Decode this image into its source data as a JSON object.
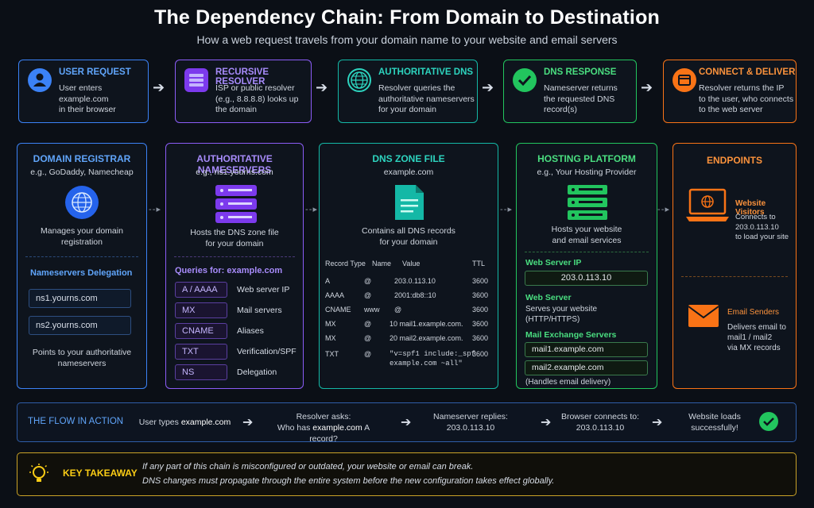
{
  "header": {
    "title": "The Dependency Chain: From Domain to Destination",
    "subtitle": "How a web request travels from your domain name to your website and email servers"
  },
  "steps": [
    {
      "title": "USER REQUEST",
      "desc": [
        "User enters",
        "example.com",
        "in their browser"
      ],
      "color": "#3b82f6",
      "icon": "user-icon"
    },
    {
      "title": "RECURSIVE RESOLVER",
      "desc": [
        "ISP or public resolver",
        "(e.g., 8.8.8.8) looks up",
        "the domain"
      ],
      "color": "#8b5cf6",
      "icon": "server-icon"
    },
    {
      "title": "AUTHORITATIVE DNS",
      "desc": [
        "Resolver queries the",
        "authoritative nameservers",
        "for your domain"
      ],
      "color": "#14b8a6",
      "icon": "globe-icon"
    },
    {
      "title": "DNS RESPONSE",
      "desc": [
        "Nameserver returns",
        "the requested DNS",
        "record(s)"
      ],
      "color": "#22c55e",
      "icon": "checkmark-icon"
    },
    {
      "title": "CONNECT & DELIVER",
      "desc": [
        "Resolver returns the IP",
        "to the user, who connects",
        "to the web server"
      ],
      "color": "#f97316",
      "icon": "browser-window-icon"
    }
  ],
  "registrar": {
    "title": "DOMAIN REGISTRAR",
    "sub": "e.g., GoDaddy, Namecheap",
    "desc": [
      "Manages your domain",
      "registration"
    ],
    "delegation_title": "Nameservers Delegation",
    "ns": [
      "ns1.yourns.com",
      "ns2.yourns.com"
    ],
    "note": [
      "Points to your authoritative",
      "nameservers"
    ],
    "color": "#3b82f6"
  },
  "nameservers": {
    "title": "AUTHORITATIVE NAMESERVERS",
    "sub": "e.g., ns1.yourns.com",
    "desc": [
      "Hosts the DNS zone file",
      "for your domain"
    ],
    "queries_title": "Queries for: example.com",
    "records": [
      {
        "type": "A / AAAA",
        "purpose": "Web server IP"
      },
      {
        "type": "MX",
        "purpose": "Mail servers"
      },
      {
        "type": "CNAME",
        "purpose": "Aliases"
      },
      {
        "type": "TXT",
        "purpose": "Verification/SPF"
      },
      {
        "type": "NS",
        "purpose": "Delegation"
      }
    ],
    "color": "#8b5cf6"
  },
  "zone": {
    "title": "DNS ZONE FILE",
    "sub": "example.com",
    "desc": [
      "Contains all DNS records",
      "for your domain"
    ],
    "headers": [
      "Record Type",
      "Name",
      "Value",
      "TTL"
    ],
    "rows": [
      [
        "A",
        "@",
        "203.0.113.10",
        "3600"
      ],
      [
        "AAAA",
        "@",
        "2001:db8::10",
        "3600"
      ],
      [
        "CNAME",
        "www",
        "@",
        "3600"
      ],
      [
        "MX",
        "@",
        "10 mail1.example.com.",
        "3600"
      ],
      [
        "MX",
        "@",
        "20 mail2.example.com.",
        "3600"
      ]
    ],
    "txt_row": {
      "type": "TXT",
      "name": "@",
      "value": [
        "\"v=spf1 include:_spf",
        "example.com ~all\""
      ],
      "ttl": "3600"
    },
    "color": "#14b8a6"
  },
  "hosting": {
    "title": "HOSTING PLATFORM",
    "sub": "e.g., Your Hosting Provider",
    "desc": [
      "Hosts your website",
      "and email services"
    ],
    "web_ip_label": "Web Server IP",
    "web_ip": "203.0.113.10",
    "web_server_label": "Web Server",
    "web_server_desc": [
      "Serves your website",
      "(HTTP/HTTPS)"
    ],
    "mx_label": "Mail Exchange Servers",
    "mx": [
      "mail1.example.com",
      "mail2.example.com"
    ],
    "mx_note": "(Handles email delivery)",
    "color": "#22c55e"
  },
  "endpoints": {
    "title": "ENDPOINTS",
    "visitors_title": "Website Visitors",
    "visitors_desc": [
      "Connects to",
      "203.0.113.10",
      "to load your site"
    ],
    "senders_title": "Email Senders",
    "senders_desc": [
      "Delivers email to",
      "mail1 / mail2",
      "via MX records"
    ],
    "color": "#f97316"
  },
  "flow": {
    "label": "THE FLOW IN ACTION",
    "s1_pre": "User types ",
    "s1_bold": "example.com",
    "s2_line1": "Resolver asks:",
    "s2_pre": "Who has ",
    "s2_bold": "example.com",
    "s2_post": " A record?",
    "s3_line1": "Nameserver replies:",
    "s3_line2": "203.0.113.10",
    "s4_line1": "Browser connects to:",
    "s4_line2": "203.0.113.10",
    "s5_line1": "Website loads",
    "s5_line2": "successfully!"
  },
  "takeaway": {
    "label": "KEY TAKEAWAY",
    "line1": "If any part of this chain is misconfigured or outdated, your website or email can break.",
    "line2": "DNS changes must propagate through the entire system before the new configuration takes effect globally."
  }
}
